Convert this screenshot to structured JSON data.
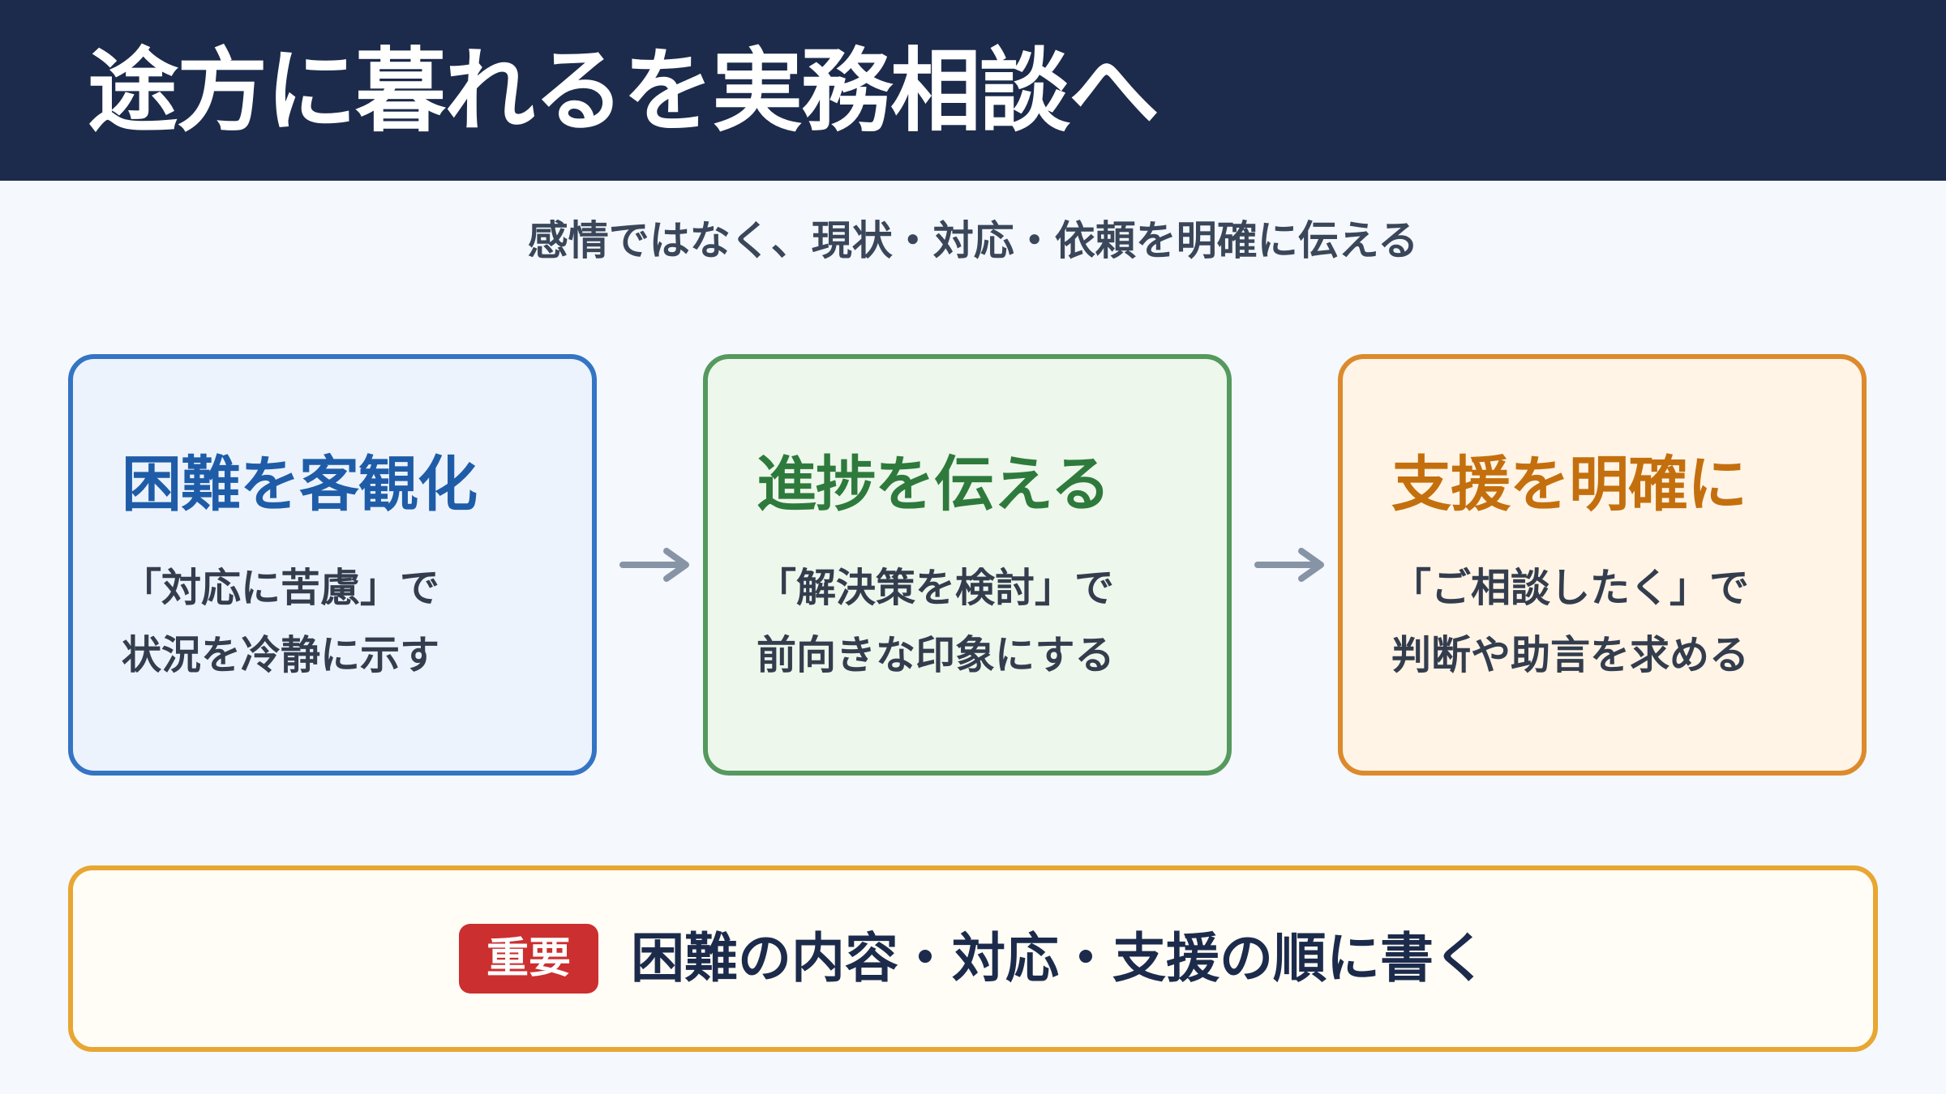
{
  "header": {
    "title": "途方に暮れるを実務相談へ"
  },
  "subtitle": "感情ではなく、現状・対応・依頼を明確に伝える",
  "cards": [
    {
      "title": "困難を客観化",
      "line1": "「対応に苦慮」で",
      "line2": "状況を冷静に示す",
      "color": "#1f5ca8",
      "border": "#3474c4",
      "bg": "#ecf3fd"
    },
    {
      "title": "進捗を伝える",
      "line1": "「解決策を検討」で",
      "line2": "前向きな印象にする",
      "color": "#2e7a3c",
      "border": "#55995f",
      "bg": "#eef7ec"
    },
    {
      "title": "支援を明確に",
      "line1": "「ご相談したく」で",
      "line2": "判断や助言を求める",
      "color": "#c46f0e",
      "border": "#dc8a2c",
      "bg": "#fff4e6"
    }
  ],
  "arrow_color": "#8794a6",
  "note": {
    "badge": "重要",
    "text": "困難の内容・対応・支援の順に書く"
  }
}
